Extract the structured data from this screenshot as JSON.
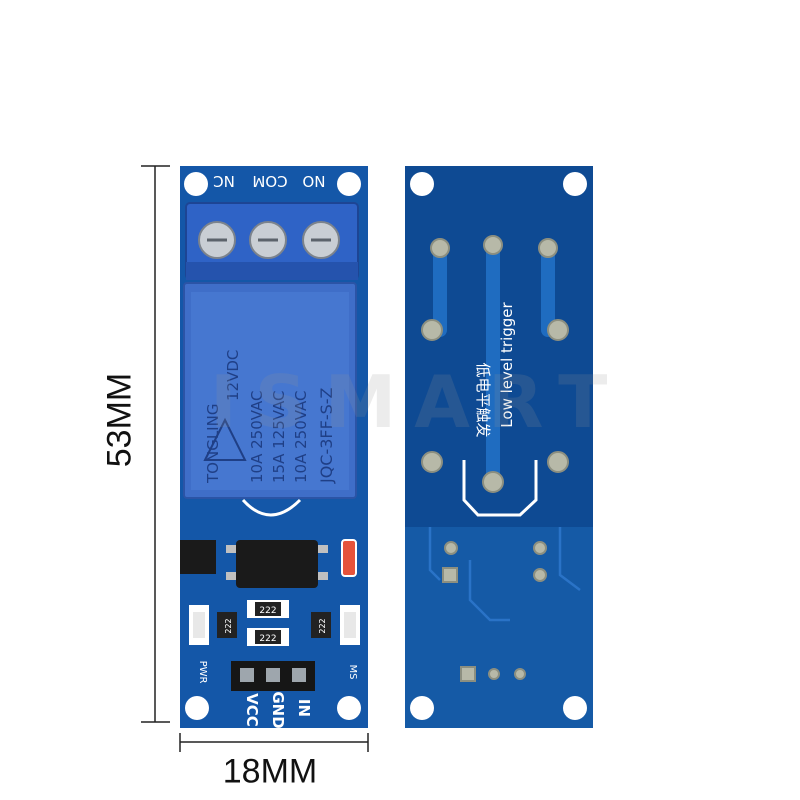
{
  "dimensions": {
    "height": "53MM",
    "width": "18MM"
  },
  "watermark": "ISMART",
  "front_board": {
    "terminals": {
      "nc": "NC",
      "com": "COM",
      "no": "NO"
    },
    "relay": {
      "brand": "TONGLING",
      "voltage": "12VDC",
      "rating_1": "10A 250VAC",
      "rating_2": "15A 125VAC",
      "rating_3": "10A 250VAC",
      "model": "JQC-3FF-S-Z"
    },
    "resistor_code": "222",
    "labels": {
      "pwr": "PWR",
      "ms": "MS"
    },
    "pins": {
      "vcc": "VCC",
      "gnd": "GND",
      "in": "IN"
    }
  },
  "back_board": {
    "chinese_text": "低电平触发",
    "english_text": "Low level trigger"
  },
  "colors": {
    "pcb": "#1457a8",
    "pcb_dark": "#0e4a93",
    "relay": "#3f6ec8",
    "terminal": "#2f63c6"
  }
}
